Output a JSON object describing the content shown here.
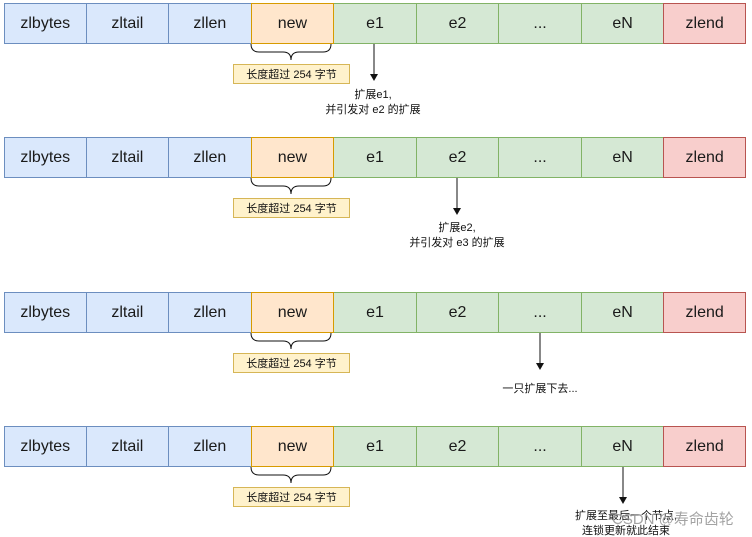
{
  "rows": [
    {
      "cells": [
        "zlbytes",
        "zltail",
        "zllen",
        "new",
        "e1",
        "e2",
        "...",
        "eN",
        "zlend"
      ],
      "tag": "长度超过 254 字节",
      "note": [
        "扩展e1,",
        "并引发对 e2 的扩展"
      ]
    },
    {
      "cells": [
        "zlbytes",
        "zltail",
        "zllen",
        "new",
        "e1",
        "e2",
        "...",
        "eN",
        "zlend"
      ],
      "tag": "长度超过 254 字节",
      "note": [
        "扩展e2,",
        "并引发对 e3 的扩展"
      ]
    },
    {
      "cells": [
        "zlbytes",
        "zltail",
        "zllen",
        "new",
        "e1",
        "e2",
        "...",
        "eN",
        "zlend"
      ],
      "tag": "长度超过 254 字节",
      "note": [
        "一只扩展下去..."
      ]
    },
    {
      "cells": [
        "zlbytes",
        "zltail",
        "zllen",
        "new",
        "e1",
        "e2",
        "...",
        "eN",
        "zlend"
      ],
      "tag": "长度超过 254 字节",
      "note": [
        "扩展至最后一个节点,",
        "连锁更新就此结束"
      ]
    }
  ],
  "watermark": "CSDN @寿命齿轮",
  "colors": {
    "header_fill": "#dae8fc",
    "header_border": "#6c8ebf",
    "new_fill": "#ffe6cc",
    "new_border": "#d79b00",
    "entry_fill": "#d5e8d4",
    "entry_border": "#82b366",
    "end_fill": "#f8cecc",
    "end_border": "#b85450",
    "tag_fill": "#fff2cc",
    "tag_border": "#d6b656"
  }
}
